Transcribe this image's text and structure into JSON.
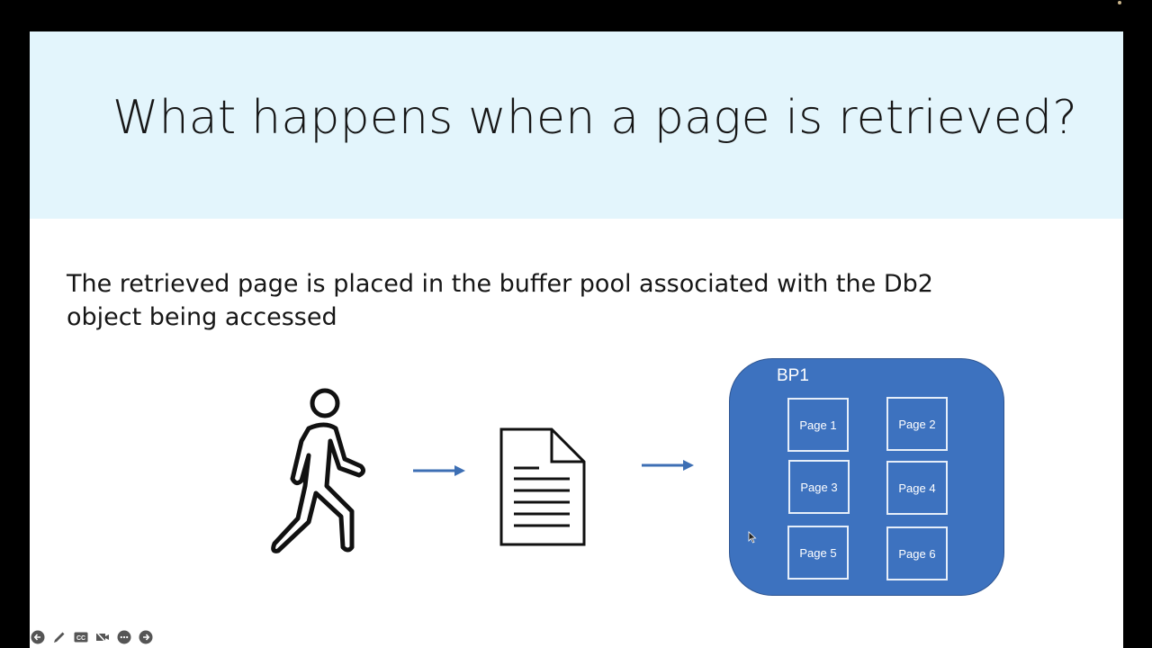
{
  "slide": {
    "title": "What happens when a page is retrieved?",
    "body_text": "The retrieved page is placed in the buffer pool associated with the Db2 object being accessed",
    "diagram": {
      "actor_icon": "person-walking-icon",
      "document_icon": "document-icon",
      "arrow_icon": "arrow-right-icon",
      "buffer_pool": {
        "label": "BP1",
        "color": "#3d72bf",
        "pages": [
          "Page 1",
          "Page 2",
          "Page 3",
          "Page 4",
          "Page 5",
          "Page 6"
        ]
      }
    }
  },
  "controls": {
    "items": [
      {
        "name": "previous-slide-button",
        "icon": "arrow-left-circle-icon"
      },
      {
        "name": "pen-button",
        "icon": "pencil-icon"
      },
      {
        "name": "captions-button",
        "icon": "cc-icon"
      },
      {
        "name": "video-off-button",
        "icon": "video-off-icon"
      },
      {
        "name": "more-options-button",
        "icon": "ellipsis-icon"
      },
      {
        "name": "next-slide-button",
        "icon": "arrow-right-circle-icon"
      }
    ]
  }
}
